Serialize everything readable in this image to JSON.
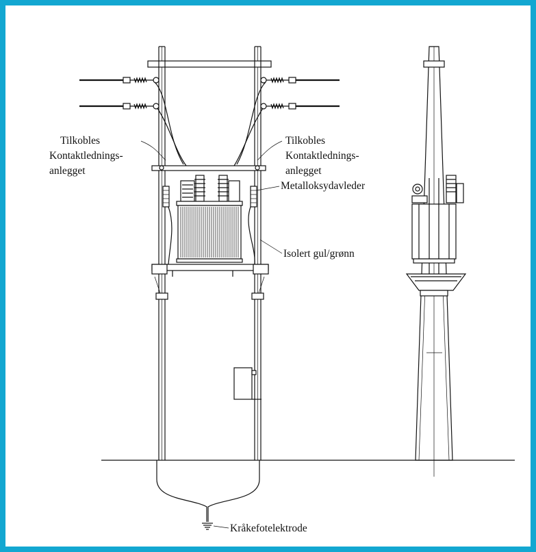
{
  "colors": {
    "frame": "#13a7d1",
    "ink": "#111111",
    "background": "#ffffff"
  },
  "labels": {
    "left_connect": [
      "Tilkobles",
      "Kontaktlednings-",
      "anlegget"
    ],
    "right_connect": [
      "Tilkobles",
      "Kontaktlednings-",
      "anlegget"
    ],
    "arrester": "Metalloksydavleder",
    "insulated": "Isolert gul/grønn",
    "electrode": "Kråkefotelektrode"
  }
}
